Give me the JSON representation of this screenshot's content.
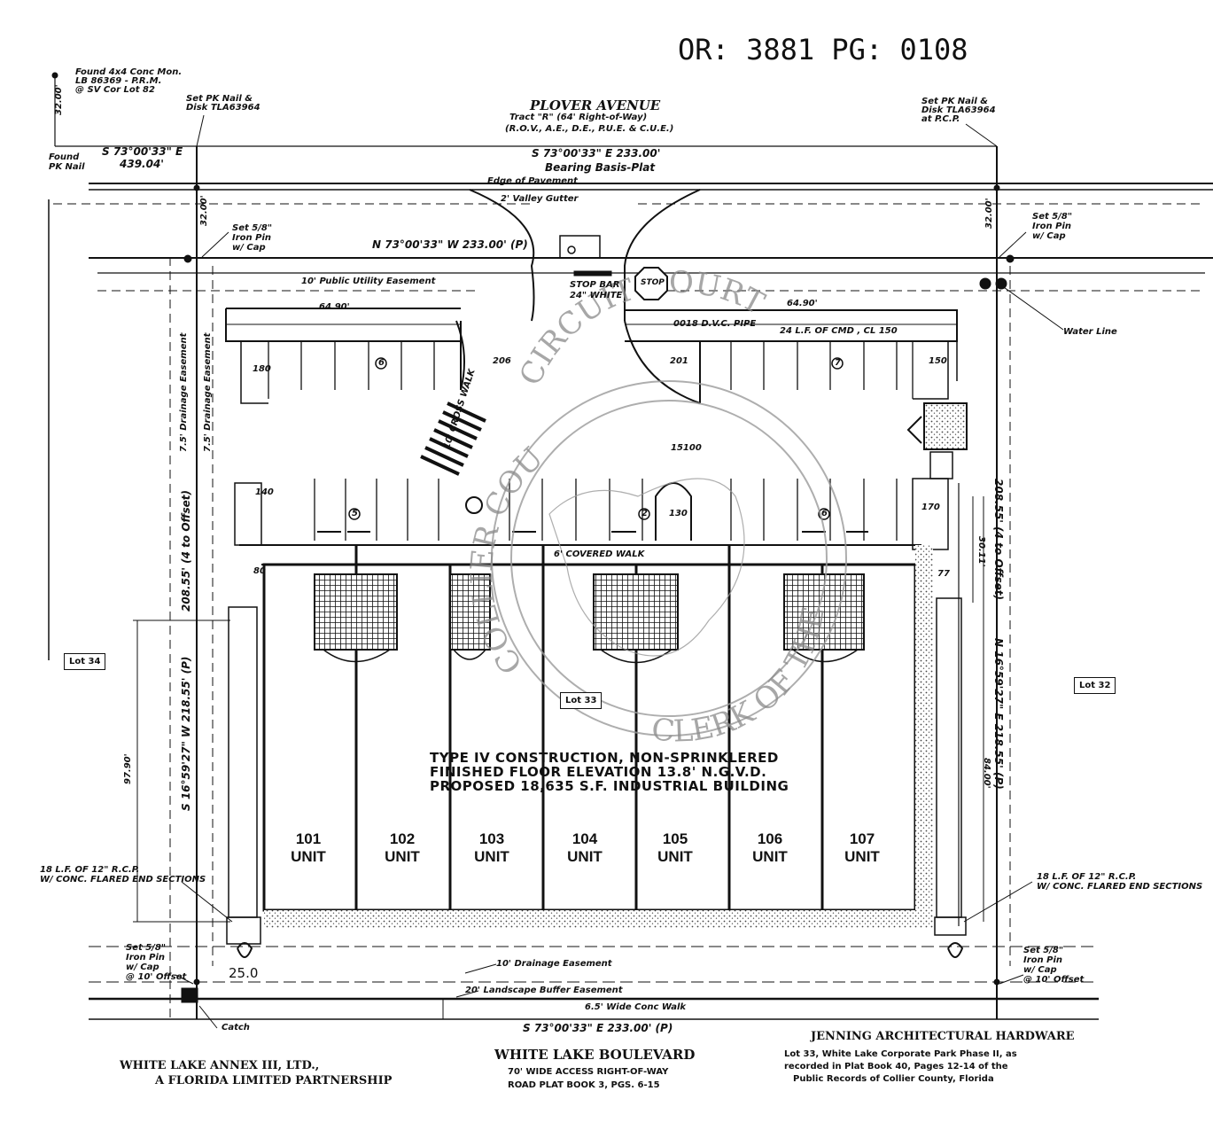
{
  "record": "OR: 3881 PG: 0108",
  "street_top": {
    "name": "PLOVER AVENUE",
    "tract": "Tract \"R\" (64' Right-of-Way)",
    "easements": "(R.O.V., A.E., D.E., P.U.E. & C.U.E.)"
  },
  "monument_note": [
    "Found 4x4 Conc Mon.",
    "LB 86369 - P.R.M.",
    "@ SV Cor Lot 82"
  ],
  "found_pk": [
    "Found",
    "PK Nail"
  ],
  "set_pk_left": [
    "Set PK Nail &",
    "Disk TLA63964"
  ],
  "set_pk_right": [
    "Set PK Nail &",
    "Disk TLA63964",
    "at P.C.P."
  ],
  "bearings": {
    "top_left": "S 73°00'33\" E",
    "top_left_dist": "439.04'",
    "top_plat": "S 73°00'33\" E  233.00'",
    "basis": "Bearing Basis-Plat",
    "north_line": "N 73°00'33\" W  233.00' (P)",
    "bottom": "S 73°00'33\" E  233.00' (P)",
    "west_side": "S 16°59'27\" W  218.55' (P)",
    "west_offset": "208.55' (4 to Offset)",
    "east_side": "N 16°59'27\" E  218.55' (P)",
    "east_offset": "208.55' (4 to Offset)"
  },
  "labels": {
    "edge_pavement": "Edge of Pavement",
    "valley_gutter": "2' Valley Gutter",
    "utility_easement": "10' Public Utility Easement",
    "drainage_75a": "7.5' Drainage Easement",
    "drainage_75b": "7.5' Drainage Easement",
    "stop_bar": "STOP BAR",
    "stop_white": "24\" WHITE",
    "stop_sign": "STOP",
    "pvc": "0018 D.V.C. PIPE",
    "cmp": "24 L.F. OF CMD , CL 150",
    "water_line": "Water Line",
    "cross_walk": "10' CROSS WALK",
    "covered_walk": "6' COVERED WALK",
    "drainage_10": "10' Drainage Easement",
    "buffer_20": "20' Landscape Buffer Easement",
    "sidewalk": "6.5' Wide Conc Walk",
    "catch": "Catch",
    "rcp_left": [
      "18 L.F. OF 12\" R.C.P.",
      "W/ CONC. FLARED END SECTIONS"
    ],
    "rcp_right": [
      "18 L.F. OF 12\" R.C.P.",
      "W/ CONC. FLARED END SECTIONS"
    ],
    "iron_left_top": [
      "Set 5/8\"",
      "Iron Pin",
      "w/ Cap"
    ],
    "iron_right_top": [
      "Set 5/8\"",
      "Iron Pin",
      "w/ Cap"
    ],
    "iron_left_bot": [
      "Set 5/8\"",
      "Iron Pin",
      "w/ Cap",
      "@ 10' Offset"
    ],
    "iron_right_bot": [
      "Set 5/8\"",
      "Iron Pin",
      "w/ Cap",
      "@ 10' Offset"
    ],
    "dim_25": "25.0",
    "dim_6490a": "64.90'",
    "dim_6490b": "64.90'",
    "dim_9790": "97.90'",
    "dim_8400": "84.00'",
    "dim_3011": "30.11'",
    "dim_3200a": "32.00'",
    "dim_3200b": "32.00'",
    "dim_3200c": "32.00'",
    "spots": [
      "180",
      "206",
      "201",
      "150",
      "140",
      "130",
      "170",
      "77",
      "80",
      "15100"
    ],
    "parking_counts": [
      "6",
      "7",
      "5",
      "2",
      "6"
    ]
  },
  "lots": {
    "west": "Lot 34",
    "center": "Lot 33",
    "east": "Lot 32"
  },
  "building": [
    "TYPE IV CONSTRUCTION, NON-SPRINKLERED",
    "FINISHED FLOOR ELEVATION 13.8' N.G.V.D.",
    "PROPOSED 18,635 S.F. INDUSTRIAL BUILDING"
  ],
  "units": [
    {
      "num": "101",
      "label": "UNIT"
    },
    {
      "num": "102",
      "label": "UNIT"
    },
    {
      "num": "103",
      "label": "UNIT"
    },
    {
      "num": "104",
      "label": "UNIT"
    },
    {
      "num": "105",
      "label": "UNIT"
    },
    {
      "num": "106",
      "label": "UNIT"
    },
    {
      "num": "107",
      "label": "UNIT"
    }
  ],
  "street_bottom": {
    "name": "WHITE LAKE BOULEVARD",
    "row": "70' WIDE ACCESS RIGHT-OF-WAY",
    "plat": "ROAD PLAT BOOK 3, PGS. 6-15"
  },
  "owner_west": [
    "WHITE LAKE ANNEX III, LTD.,",
    "A FLORIDA LIMITED PARTNERSHIP"
  ],
  "owner_east": {
    "name": "JENNING ARCHITECTURAL HARDWARE",
    "desc": [
      "Lot 33, White Lake Corporate Park Phase II, as",
      "recorded in Plat Book 40, Pages 12-14 of the",
      "Public Records of Collier County, Florida"
    ]
  },
  "seal": {
    "arc_top": "CIRCUIT COURT",
    "arc_left": "COLLIER COUNTY",
    "arc_bottom": "CLERK OF THE"
  },
  "colors": {
    "ink": "#111111",
    "stipple": "#555555",
    "seal": "#9a9a9a"
  }
}
